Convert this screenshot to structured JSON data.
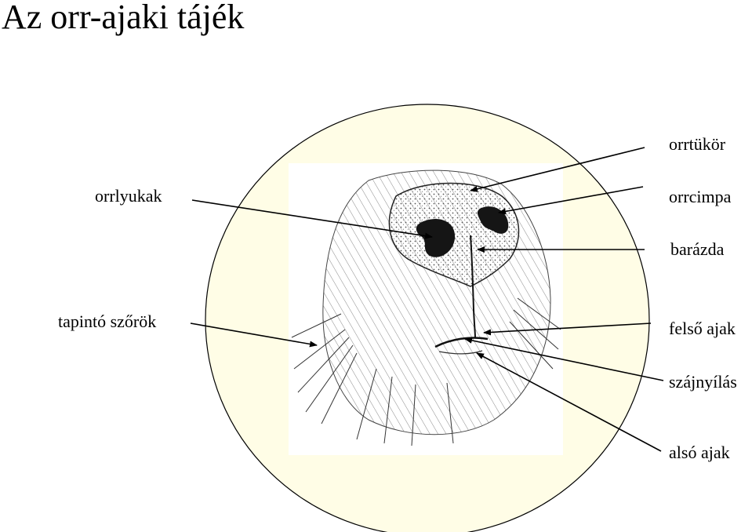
{
  "title": "Az orr-ajaki tájék",
  "colors": {
    "circle_fill": "#fffde6",
    "photo_bg": "#ffffff",
    "ink": "#000000",
    "nostril": "#151515"
  },
  "labels": {
    "orrtukor": "orrtükör",
    "orrlyukak": "orrlyukak",
    "orrcimpa": "orrcimpa",
    "barazda": "barázda",
    "tapinto_szorok": "tapintó szőrök",
    "felso_ajak": "felső ajak",
    "szajnyilas": "szájnyílás",
    "also_ajak": "alsó ajak"
  },
  "illustration": {
    "subject": "sketch of an animal muzzle (nose and lips)"
  }
}
